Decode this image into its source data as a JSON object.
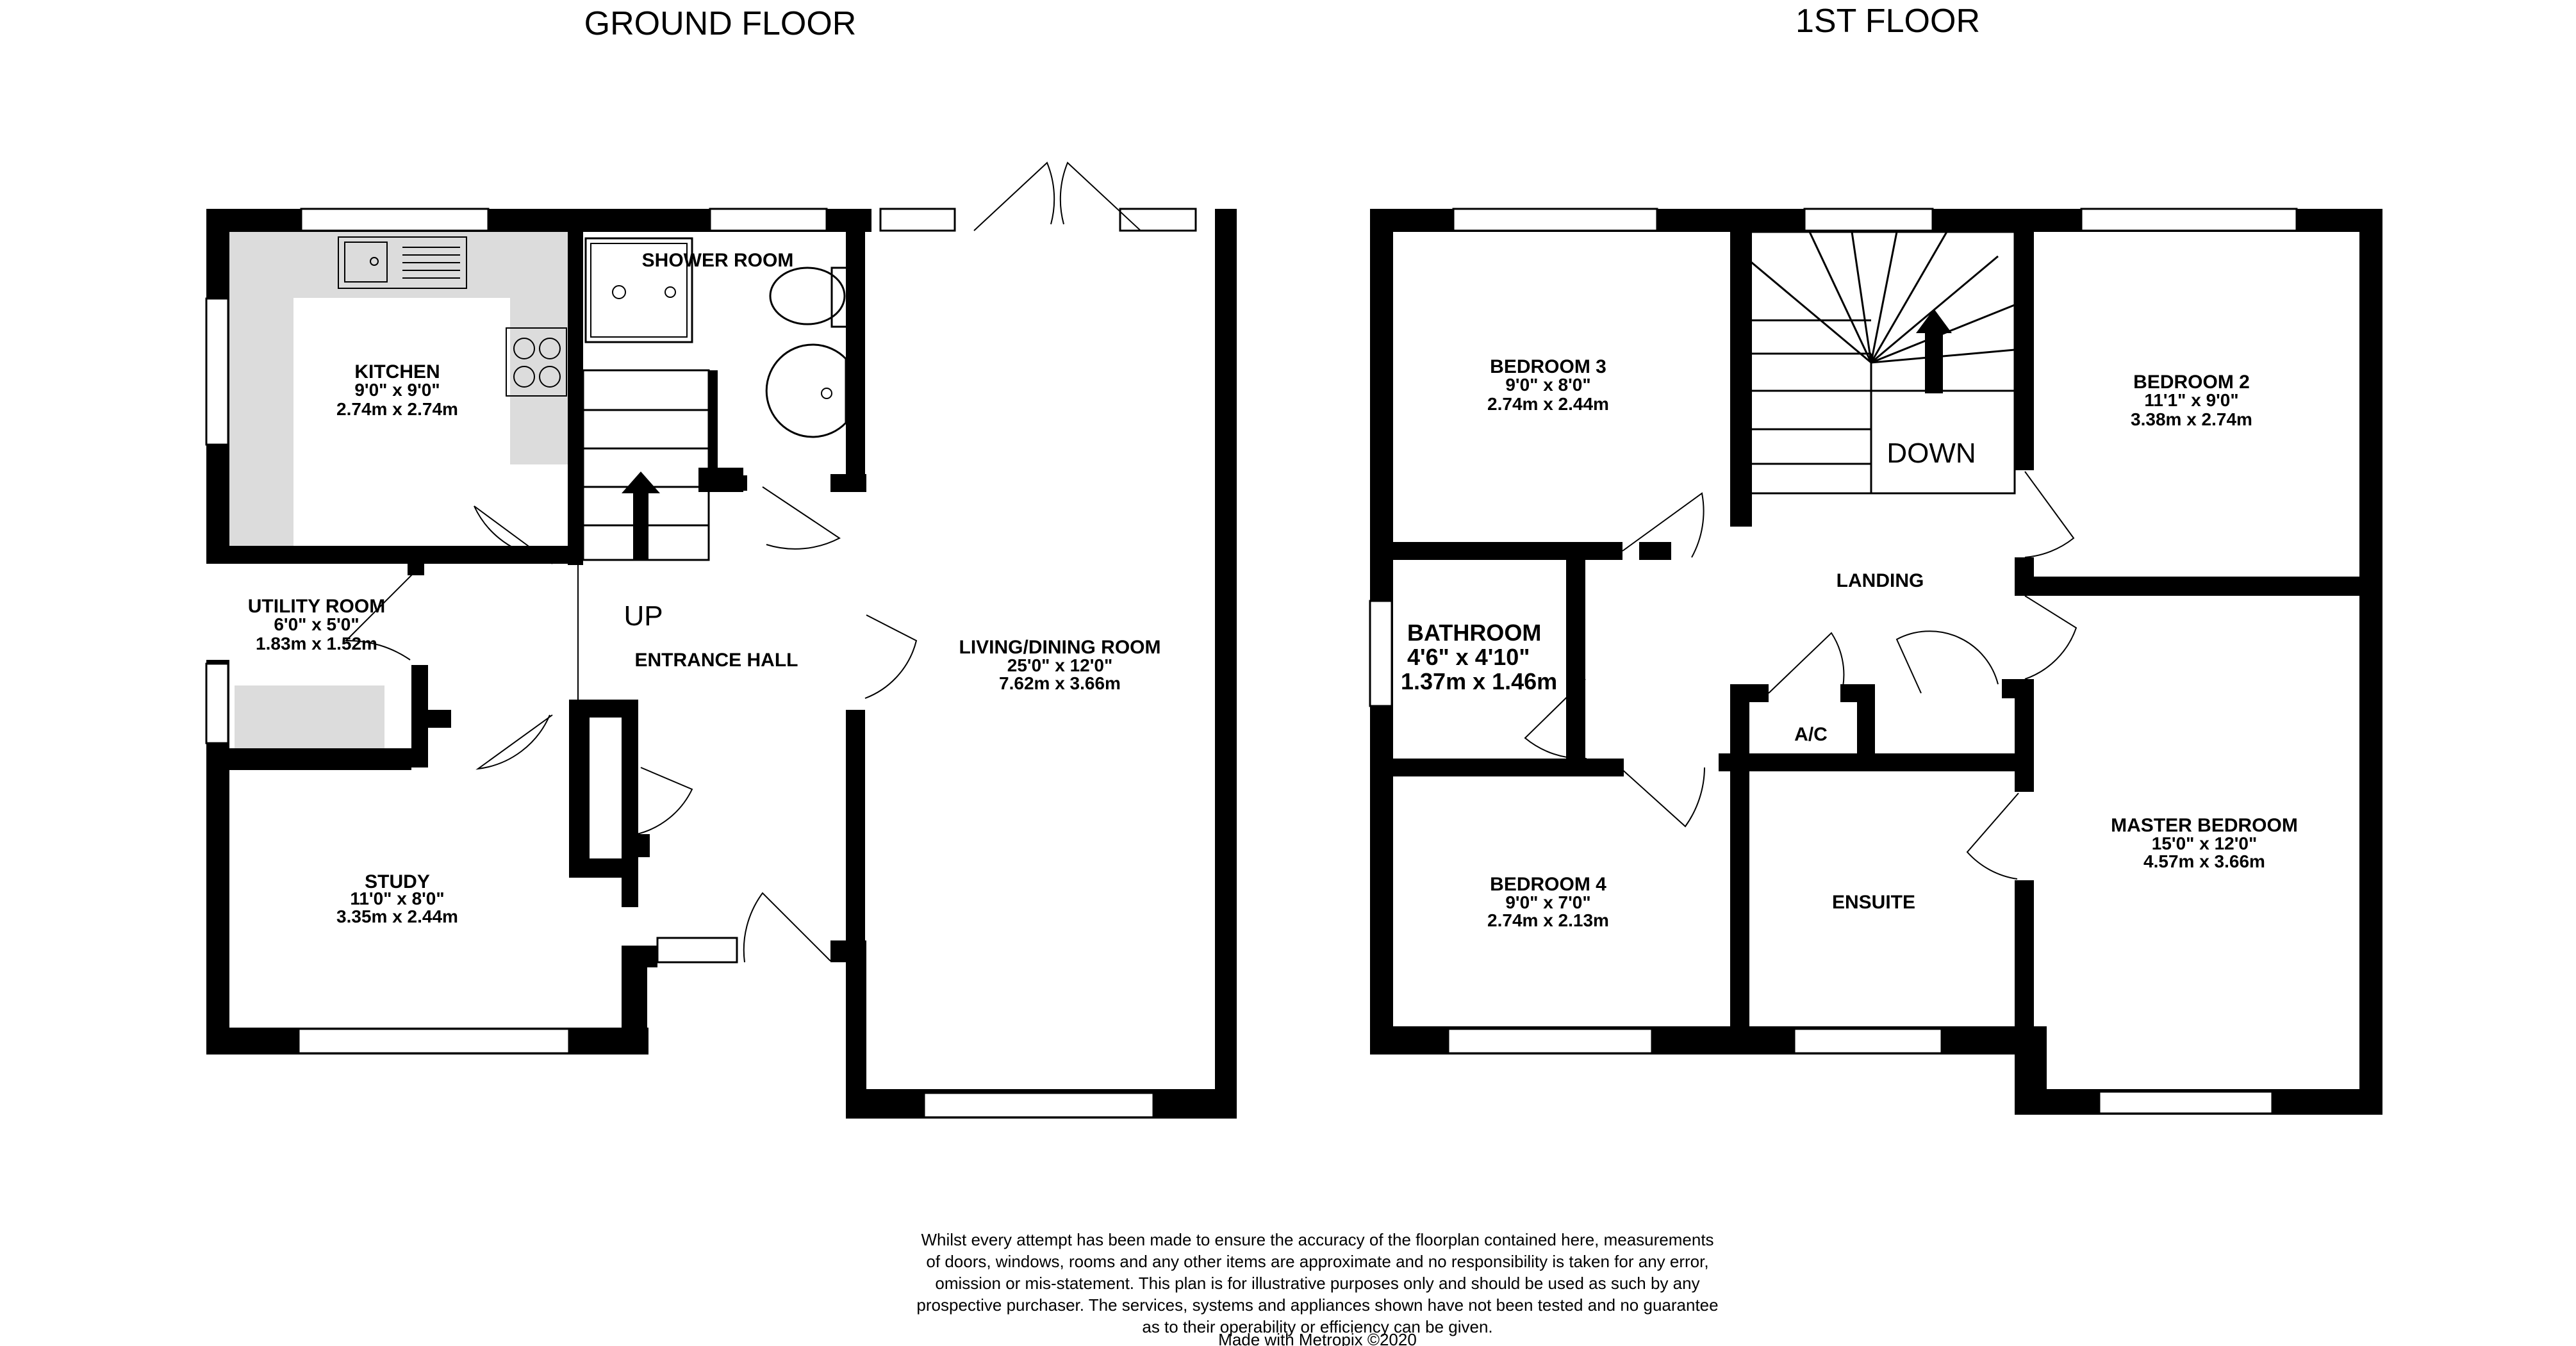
{
  "floors": {
    "ground": {
      "title": "GROUND FLOOR"
    },
    "first": {
      "title": "1ST FLOOR"
    }
  },
  "rooms": {
    "kitchen": {
      "name": "KITCHEN",
      "imperial": "9'0\"  x 9'0\"",
      "metric": "2.74m  x 2.74m"
    },
    "shower": {
      "name": "SHOWER ROOM"
    },
    "utility": {
      "name": "UTILITY ROOM",
      "imperial": "6'0\"  x 5'0\"",
      "metric": "1.83m  x 1.52m"
    },
    "hall": {
      "name": "ENTRANCE HALL"
    },
    "living": {
      "name": "LIVING/DINING ROOM",
      "imperial": "25'0\"  x 12'0\"",
      "metric": "7.62m  x 3.66m"
    },
    "study": {
      "name": "STUDY",
      "imperial": "11'0\"  x 8'0\"",
      "metric": "3.35m  x 2.44m"
    },
    "bed3": {
      "name": "BEDROOM 3",
      "imperial": "9'0\"  x 8'0\"",
      "metric": "2.74m  x 2.44m"
    },
    "bed2": {
      "name": "BEDROOM 2",
      "imperial": "11'1\"  x 9'0\"",
      "metric": "3.38m  x 2.74m"
    },
    "bathroom": {
      "name": "BATHROOM",
      "imperial": "4'6\"  x 4'10\"",
      "metric": "1.37m  x 1.46m"
    },
    "landing": {
      "name": "LANDING"
    },
    "ac": {
      "name": "A/C"
    },
    "master": {
      "name": "MASTER BEDROOM",
      "imperial": "15'0\"  x 12'0\"",
      "metric": "4.57m  x 3.66m"
    },
    "bed4": {
      "name": "BEDROOM 4",
      "imperial": "9'0\"  x 7'0\"",
      "metric": "2.74m  x 2.13m"
    },
    "ensuite": {
      "name": "ENSUITE"
    }
  },
  "stairs": {
    "up": "UP",
    "down": "DOWN"
  },
  "disclaimer": {
    "lines": [
      "Whilst every attempt has been made to ensure the accuracy of the floorplan contained here, measurements",
      "of doors, windows, rooms and any other items are approximate and no responsibility is taken for any error,",
      "omission or mis-statement. This plan is for illustrative purposes only and should be used as such by any",
      "prospective purchaser. The services, systems and appliances shown have not been tested and no guarantee",
      "as to their operability or efficiency can be given.",
      "Made with Metropix ©2020"
    ]
  }
}
